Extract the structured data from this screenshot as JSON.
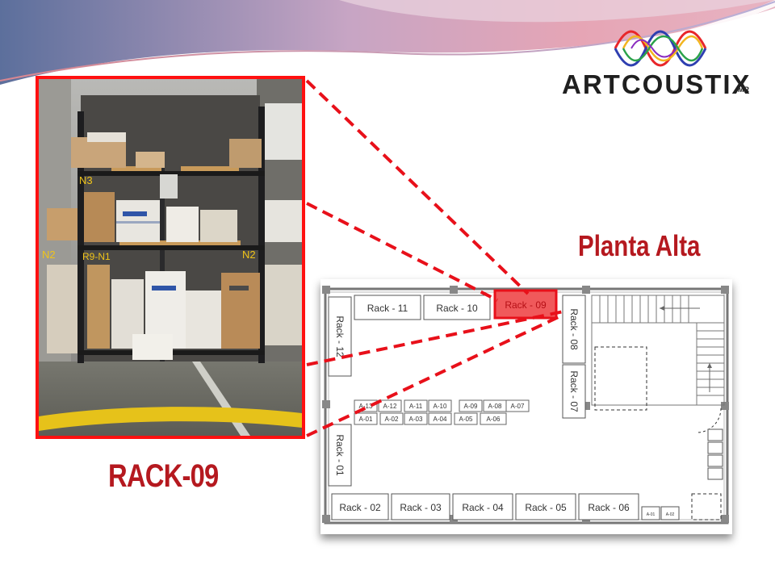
{
  "brand": {
    "wordmark": "ARTCOUSTIX",
    "mark": "MR"
  },
  "photo": {
    "shelf_labels": [
      "N3",
      "N2",
      "R9-N1",
      "N2"
    ]
  },
  "rack_label": "RACK-09",
  "floor_title": "Planta Alta",
  "plan": {
    "highlighted_rack": "Rack - 09",
    "top_racks": [
      "Rack - 11",
      "Rack - 10",
      "Rack - 09"
    ],
    "right_racks": [
      "Rack - 08",
      "Rack - 07"
    ],
    "left_racks": [
      "Rack - 12",
      "Rack - 01"
    ],
    "bottom_racks": [
      "Rack - 02",
      "Rack - 03",
      "Rack - 04",
      "Rack - 05",
      "Rack - 06"
    ],
    "aisle_top_row": [
      "A-13",
      "A-12",
      "A-11",
      "A-10",
      "A-09",
      "A-08",
      "A-07"
    ],
    "aisle_bottom_row": [
      "A-01",
      "A-02",
      "A-03",
      "A-04",
      "A-05",
      "A-06"
    ],
    "small_bins": [
      "A-01",
      "A-02"
    ]
  },
  "colors": {
    "accent_red": "#b5191f",
    "frame_red": "#ff1010"
  }
}
